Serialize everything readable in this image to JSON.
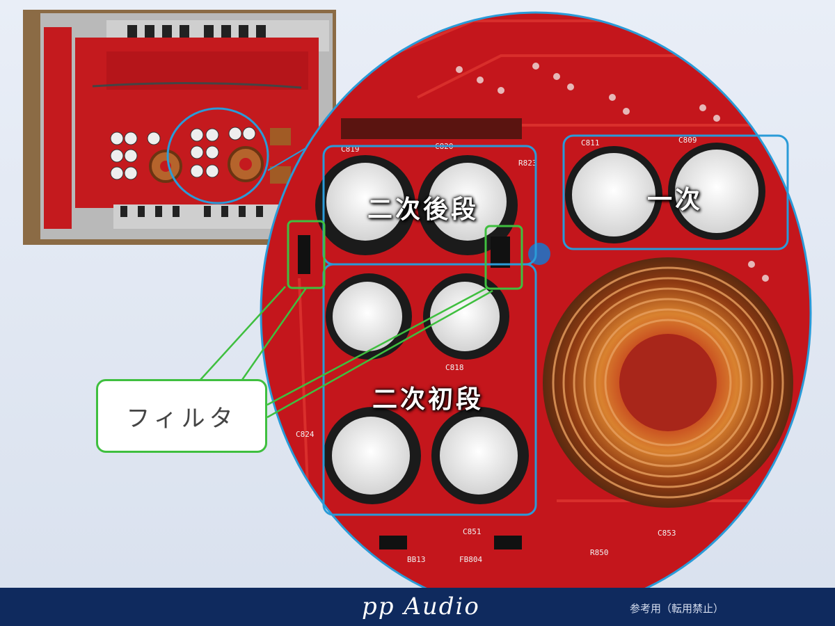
{
  "labels": {
    "secondary_late": "二次後段",
    "primary": "一次",
    "secondary_early": "二次初段",
    "filter_callout": "フィルタ"
  },
  "footer": {
    "logo": "pp Audio",
    "note": "参考用（転用禁止）"
  },
  "pcb_markings": [
    "C819",
    "C820",
    "R823",
    "C811",
    "C809",
    "C818",
    "C824",
    "C851",
    "R850",
    "C853",
    "BB13",
    "FB804"
  ],
  "colors": {
    "circle_outline": "#2a9bd8",
    "group_box": "#2a9bd8",
    "filter_box": "#3fbf3f",
    "footer_bar": "#0f2a5e",
    "pcb": "#c2161c"
  }
}
